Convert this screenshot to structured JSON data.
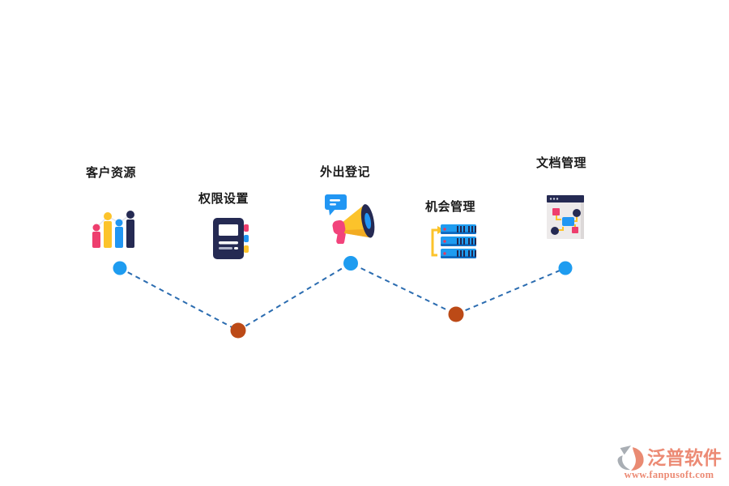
{
  "diagram": {
    "nodes": [
      {
        "label": "客户资源",
        "icon": "bar-chart-icon",
        "dot": "#1e9cf0"
      },
      {
        "label": "权限设置",
        "icon": "notebook-icon",
        "dot": "#bc4a17"
      },
      {
        "label": "外出登记",
        "icon": "megaphone-icon",
        "dot": "#1e9cf0"
      },
      {
        "label": "机会管理",
        "icon": "server-stack-icon",
        "dot": "#bc4a17"
      },
      {
        "label": "文档管理",
        "icon": "browser-flowchart-icon",
        "dot": "#1e9cf0"
      }
    ],
    "connector_color": "#2b6cb0",
    "palette": {
      "navy": "#252a53",
      "pink": "#ee3e6e",
      "yellow": "#fcc32b",
      "blue": "#2196f3",
      "dot_blue": "#1e9cf0",
      "dot_rust": "#bc4a17"
    }
  },
  "watermark": {
    "brand": "泛普软件",
    "url": "www.fanpusoft.com",
    "color": "#ec8a74"
  }
}
